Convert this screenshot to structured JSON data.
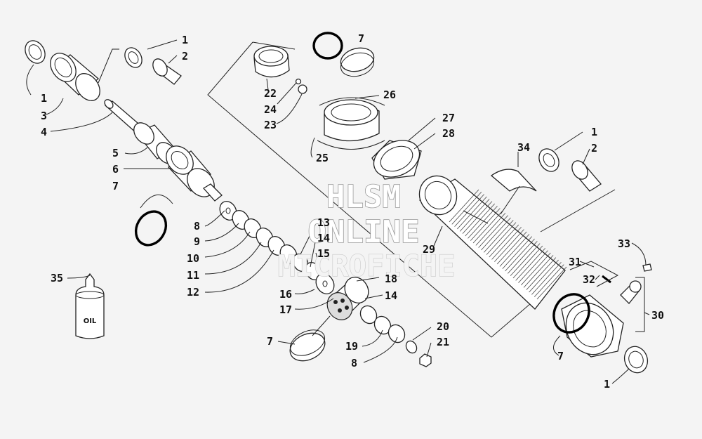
{
  "watermark": {
    "line1": "HLSM",
    "line2": "ONLINE",
    "line3": "MICROFICHE"
  },
  "oil_label": "OIL",
  "callouts": [
    {
      "id": "c1a",
      "text": "1"
    },
    {
      "id": "c2a",
      "text": "2"
    },
    {
      "id": "c1b",
      "text": "1"
    },
    {
      "id": "c3",
      "text": "3"
    },
    {
      "id": "c4",
      "text": "4"
    },
    {
      "id": "c5",
      "text": "5"
    },
    {
      "id": "c6",
      "text": "6"
    },
    {
      "id": "c7a",
      "text": "7"
    },
    {
      "id": "c8a",
      "text": "8"
    },
    {
      "id": "c9",
      "text": "9"
    },
    {
      "id": "c10",
      "text": "10"
    },
    {
      "id": "c11",
      "text": "11"
    },
    {
      "id": "c12",
      "text": "12"
    },
    {
      "id": "c13",
      "text": "13"
    },
    {
      "id": "c14a",
      "text": "14"
    },
    {
      "id": "c15",
      "text": "15"
    },
    {
      "id": "c16",
      "text": "16"
    },
    {
      "id": "c17",
      "text": "17"
    },
    {
      "id": "c18",
      "text": "18"
    },
    {
      "id": "c14b",
      "text": "14"
    },
    {
      "id": "c19",
      "text": "19"
    },
    {
      "id": "c20",
      "text": "20"
    },
    {
      "id": "c21",
      "text": "21"
    },
    {
      "id": "c8b",
      "text": "8"
    },
    {
      "id": "c7b",
      "text": "7"
    },
    {
      "id": "c35",
      "text": "35"
    },
    {
      "id": "c7c",
      "text": "7"
    },
    {
      "id": "c22",
      "text": "22"
    },
    {
      "id": "c24",
      "text": "24"
    },
    {
      "id": "c23",
      "text": "23"
    },
    {
      "id": "c26",
      "text": "26"
    },
    {
      "id": "c25",
      "text": "25"
    },
    {
      "id": "c27",
      "text": "27"
    },
    {
      "id": "c28",
      "text": "28"
    },
    {
      "id": "c34",
      "text": "34"
    },
    {
      "id": "c1c",
      "text": "1"
    },
    {
      "id": "c2b",
      "text": "2"
    },
    {
      "id": "c29",
      "text": "29"
    },
    {
      "id": "c33",
      "text": "33"
    },
    {
      "id": "c31",
      "text": "31"
    },
    {
      "id": "c32",
      "text": "32"
    },
    {
      "id": "c30",
      "text": "30"
    },
    {
      "id": "c7d",
      "text": "7"
    },
    {
      "id": "c1d",
      "text": "1"
    }
  ]
}
